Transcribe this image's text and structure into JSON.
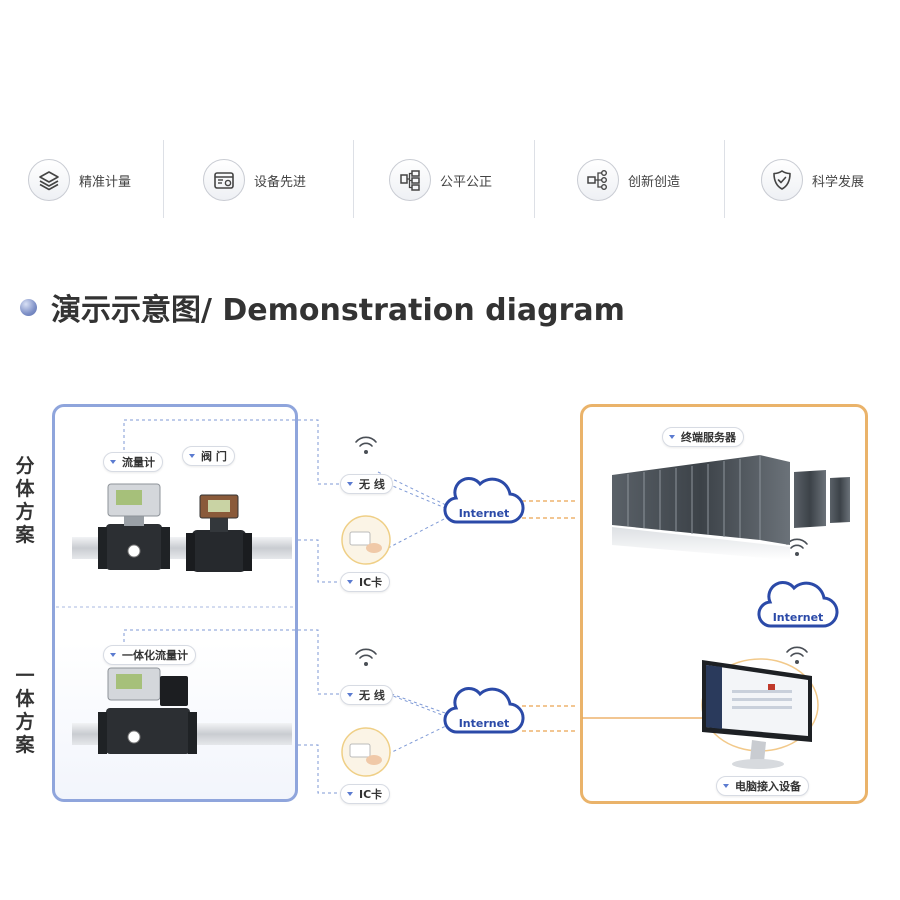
{
  "features": [
    {
      "label": "精准计量",
      "icon": "layers-icon"
    },
    {
      "label": "设备先进",
      "icon": "device-gear-icon"
    },
    {
      "label": "公平公正",
      "icon": "network-boxes-icon"
    },
    {
      "label": "创新创造",
      "icon": "flow-nodes-icon"
    },
    {
      "label": "科学发展",
      "icon": "shield-check-icon"
    }
  ],
  "heading": "演示示意图/ Demonstration diagram",
  "left_panel": {
    "split": {
      "title": "分体方案",
      "flowmeter_label": "流量计",
      "valve_label": "阀 门",
      "wireless_label": "无 线",
      "ic_label": "IC卡"
    },
    "integrated": {
      "title": "一体方案",
      "flowmeter_label": "一体化流量计",
      "wireless_label": "无 线",
      "ic_label": "IC卡"
    }
  },
  "clouds": {
    "upper": "Internet",
    "lower": "Internet",
    "right": "Internet"
  },
  "right_panel": {
    "server_label": "终端服务器",
    "pc_label": "电脑接入设备"
  },
  "colors": {
    "left_border": "#8fa5dc",
    "right_border": "#eab36a",
    "cloud": "#2b4aa8",
    "dash_blue": "#7f9ad6",
    "dash_orange": "#e9a450"
  }
}
